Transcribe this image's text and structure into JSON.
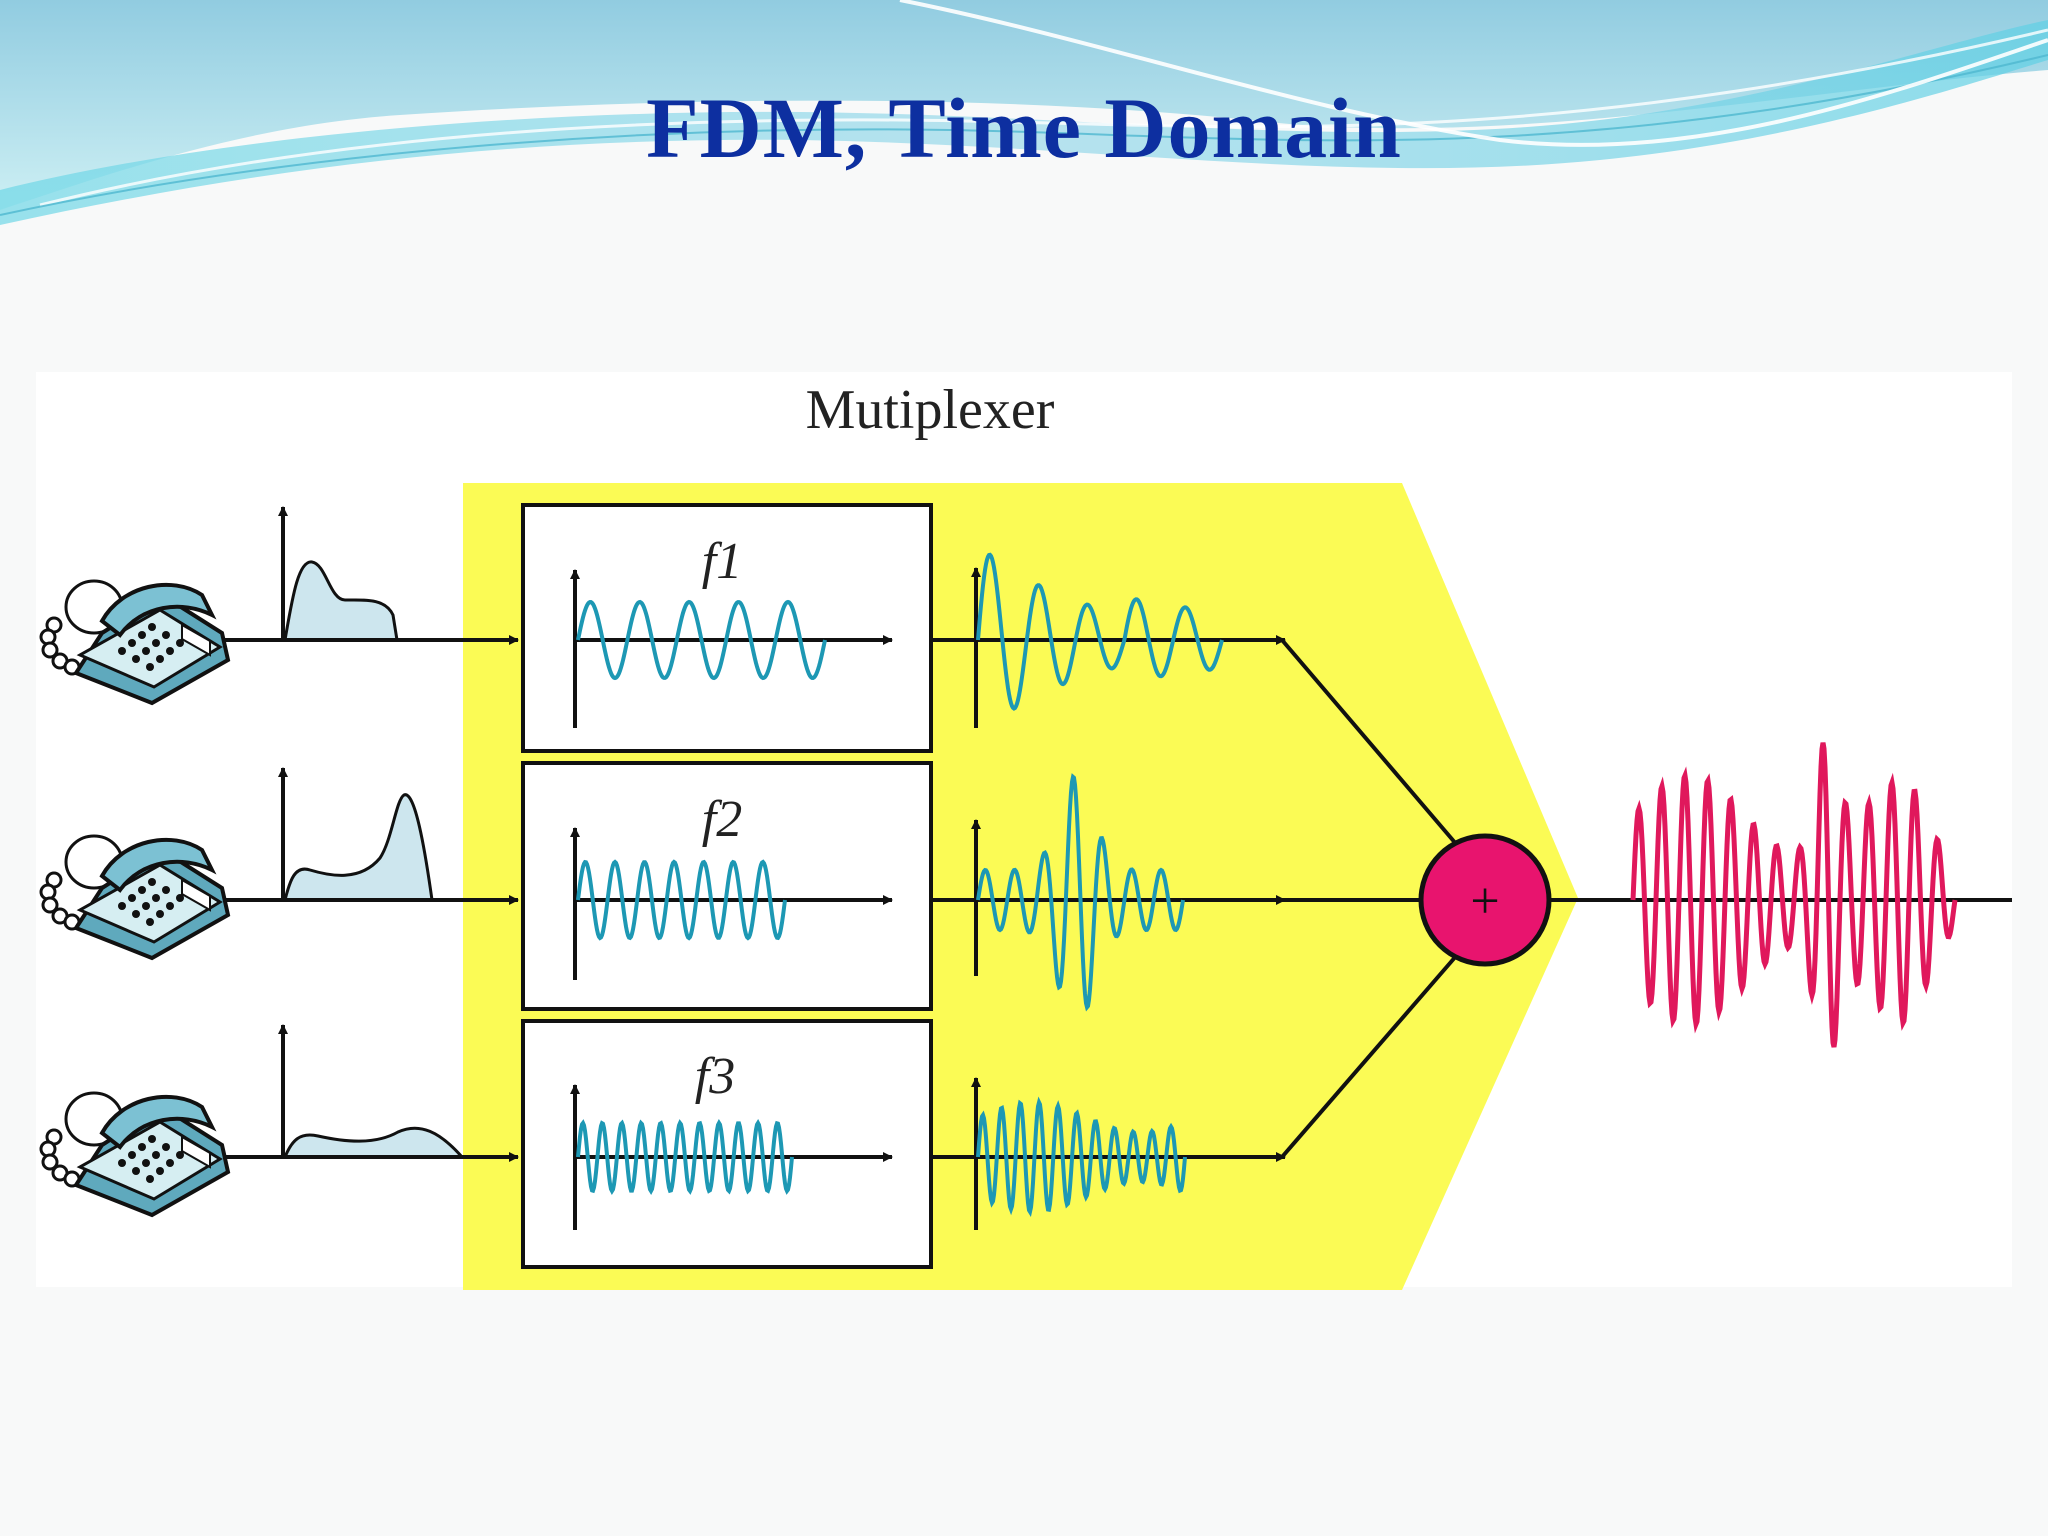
{
  "slide": {
    "title": "FDM, Time Domain"
  },
  "diagram": {
    "block_label": "Mutiplexer",
    "channels": [
      {
        "carrier": "f1"
      },
      {
        "carrier": "f2"
      },
      {
        "carrier": "f3"
      }
    ],
    "summer_symbol": "+",
    "colors": {
      "title": "#0d2fa0",
      "mux_fill": "#fbfb55",
      "baseband_fill": "#cde6ee",
      "carrier_wave": "#1d98b4",
      "summer_fill": "#e8146e",
      "composite_wave": "#e0185c"
    }
  }
}
